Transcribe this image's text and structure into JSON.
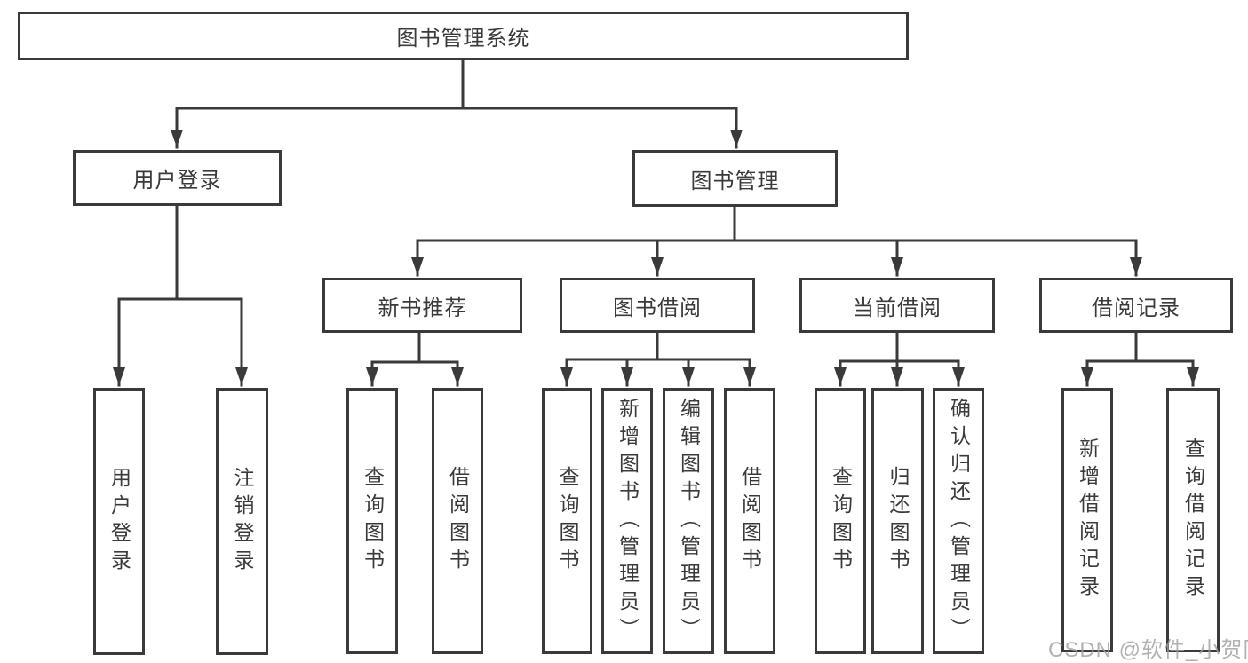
{
  "tree": {
    "root": "图书管理系统",
    "branches": [
      {
        "label": "用户登录",
        "children": [
          {
            "label": "用户登录"
          },
          {
            "label": "注销登录"
          }
        ]
      },
      {
        "label": "图书管理",
        "children": [
          {
            "label": "新书推荐",
            "children": [
              {
                "label": "查询图书"
              },
              {
                "label": "借阅图书"
              }
            ]
          },
          {
            "label": "图书借阅",
            "children": [
              {
                "label": "查询图书"
              },
              {
                "label": "新增图书（管理员）"
              },
              {
                "label": "编辑图书（管理员）"
              },
              {
                "label": "借阅图书"
              }
            ]
          },
          {
            "label": "当前借阅",
            "children": [
              {
                "label": "查询图书"
              },
              {
                "label": "归还图书"
              },
              {
                "label": "确认归还（管理员）"
              }
            ]
          },
          {
            "label": "借阅记录",
            "children": [
              {
                "label": "新增借阅记录"
              },
              {
                "label": "查询借阅记录"
              }
            ]
          }
        ]
      }
    ]
  },
  "watermark": {
    "text": "CSDN @软件_小贺同学"
  },
  "colors": {
    "line": "#3a3a3a",
    "text": "#3a3a3a",
    "box_bg": "#ffffff",
    "page_bg": "#ffffff",
    "watermark": "#9e9e9e"
  }
}
